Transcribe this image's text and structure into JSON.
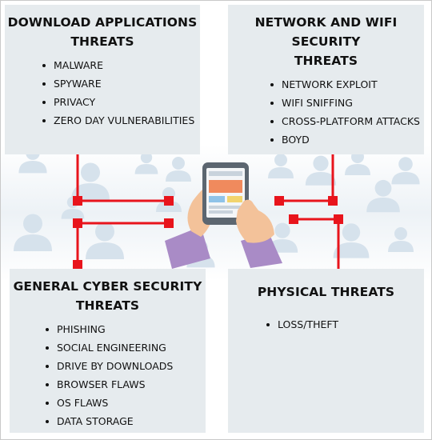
{
  "panels": {
    "download_apps": {
      "title": "DOWNLOAD APPLICATIONS THREATS",
      "items": [
        "MALWARE",
        "SPYWARE",
        "PRIVACY",
        "ZERO DAY VULNERABILITIES"
      ]
    },
    "network_wifi": {
      "title": "NETWORK AND WIFI SECURITY THREATS",
      "items": [
        "NETWORK EXPLOIT",
        "WIFI SNIFFING",
        "CROSS-PLATFORM ATTACKS",
        "BOYD"
      ]
    },
    "general_cyber": {
      "title": "GENERAL CYBER SECURITY THREATS",
      "items": [
        "PHISHING",
        "SOCIAL ENGINEERING",
        "DRIVE BY DOWNLOADS",
        "BROWSER FLAWS",
        "OS FLAWS",
        "DATA STORAGE"
      ]
    },
    "physical": {
      "title": "PHYSICAL THREATS",
      "items": [
        "LOSS/THEFT"
      ]
    }
  },
  "colors": {
    "panel_bg": "#e6ebee",
    "connector": "#e8141c",
    "person_icon": "#d6e2ec",
    "hand_skin": "#f3c29a",
    "sleeve": "#a98bc6",
    "phone_body": "#5c6670",
    "phone_accent": "#f08a5d"
  },
  "icons": [
    "person-silhouette-icon",
    "smartphone-icon",
    "hand-icon"
  ]
}
